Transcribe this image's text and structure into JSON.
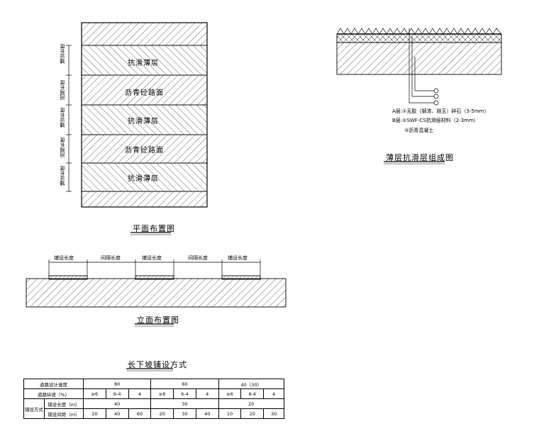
{
  "plan": {
    "title": "平面布置图",
    "bands": [
      "抗滑薄层",
      "沥青砼路面",
      "抗滑薄层",
      "沥青砼路面",
      "抗滑薄层"
    ],
    "side_labels": [
      "铺设长度",
      "间隔长度",
      "铺设长度",
      "间隔长度",
      "铺设长度"
    ]
  },
  "elevation": {
    "title": "立面布置图",
    "segments": [
      "铺设长度",
      "间隔长度",
      "铺设长度",
      "间隔长度",
      "铺设长度"
    ]
  },
  "section": {
    "title": "薄层抗滑层组成图",
    "legend": {
      "line1_prefix": "A层:",
      "line1": "①无胶（钢渣、刚玉）碎石（3-5mm）",
      "line2_prefix": "B层:",
      "line2": "②SWF-CS抗滑层材料（2-3mm）",
      "line3": "③沥青混凝土"
    }
  },
  "table": {
    "title": "长下坡铺设方式",
    "row1_label": "道路设计速度",
    "speeds": [
      "80",
      "60",
      "40（30）"
    ],
    "row2_label": "道路纵坡（%）",
    "grades": [
      "≥6",
      "6-4",
      "4",
      "≥6",
      "6-4",
      "4",
      "≥6",
      "6-4",
      "4"
    ],
    "row3_group": "铺设方式",
    "row3_label": "铺设长度（m）",
    "lengths": [
      "40",
      "30",
      "20"
    ],
    "row4_label": "铺设间距（m）",
    "spacings": [
      "20",
      "40",
      "60",
      "20",
      "30",
      "40",
      "10",
      "20",
      "30"
    ]
  }
}
